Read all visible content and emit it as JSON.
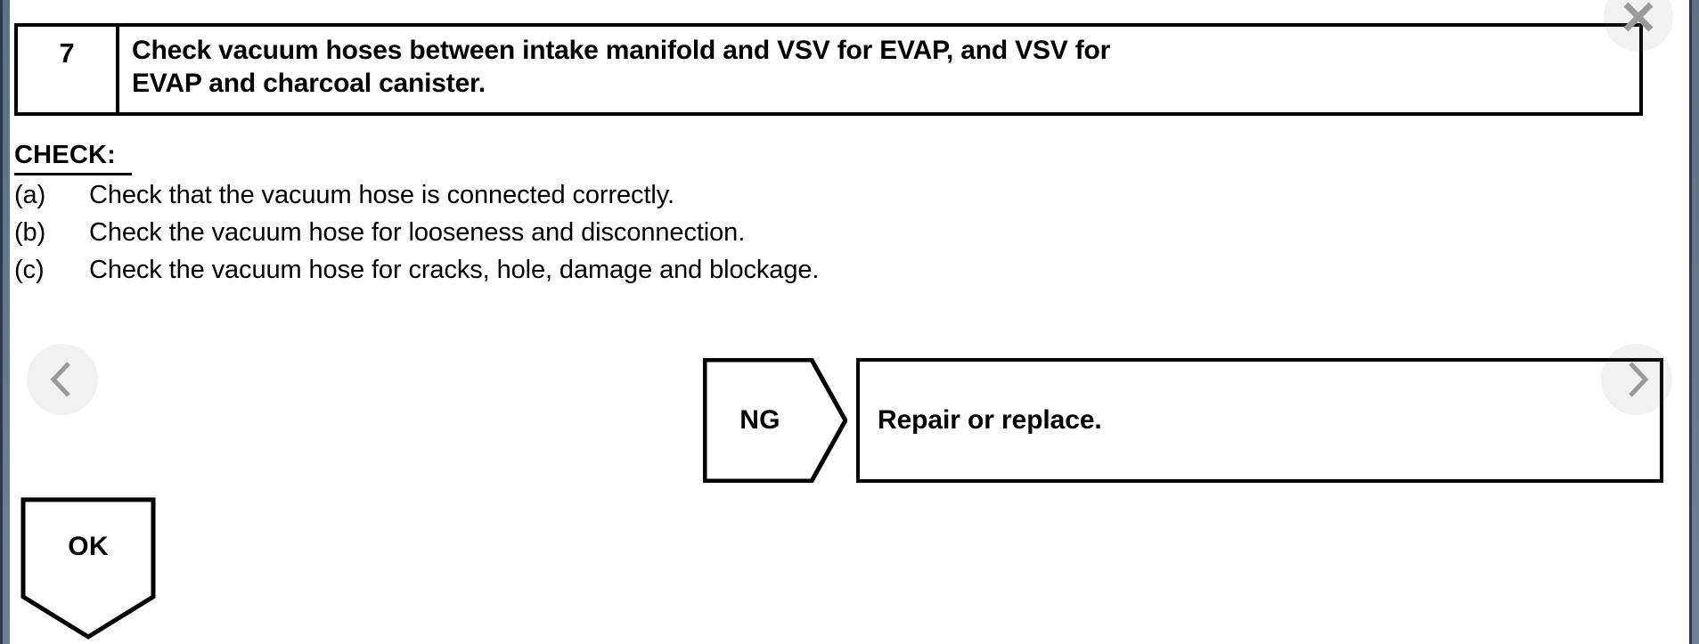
{
  "viewer": {
    "controls": {
      "close_label": "Close",
      "prev_label": "Previous",
      "next_label": "Next"
    },
    "edge_color": "#64788d",
    "edge_hairline_color": "#2b3a4a",
    "control_icon_color": "#9a9a9a"
  },
  "document": {
    "step": {
      "number": "7",
      "title_line1": "Check vacuum hoses between intake manifold and VSV for EVAP, and VSV for",
      "title_line2": "EVAP and charcoal canister."
    },
    "check": {
      "heading": "CHECK:",
      "items": [
        {
          "marker": "(a)",
          "text": "Check that the vacuum hose is connected correctly."
        },
        {
          "marker": "(b)",
          "text": "Check the vacuum hose for looseness and disconnection."
        },
        {
          "marker": "(c)",
          "text": "Check the vacuum hose for cracks, hole, damage and blockage."
        }
      ]
    },
    "flow": {
      "ng_label": "NG",
      "ng_result": "Repair or replace.",
      "ok_label": "OK"
    }
  }
}
